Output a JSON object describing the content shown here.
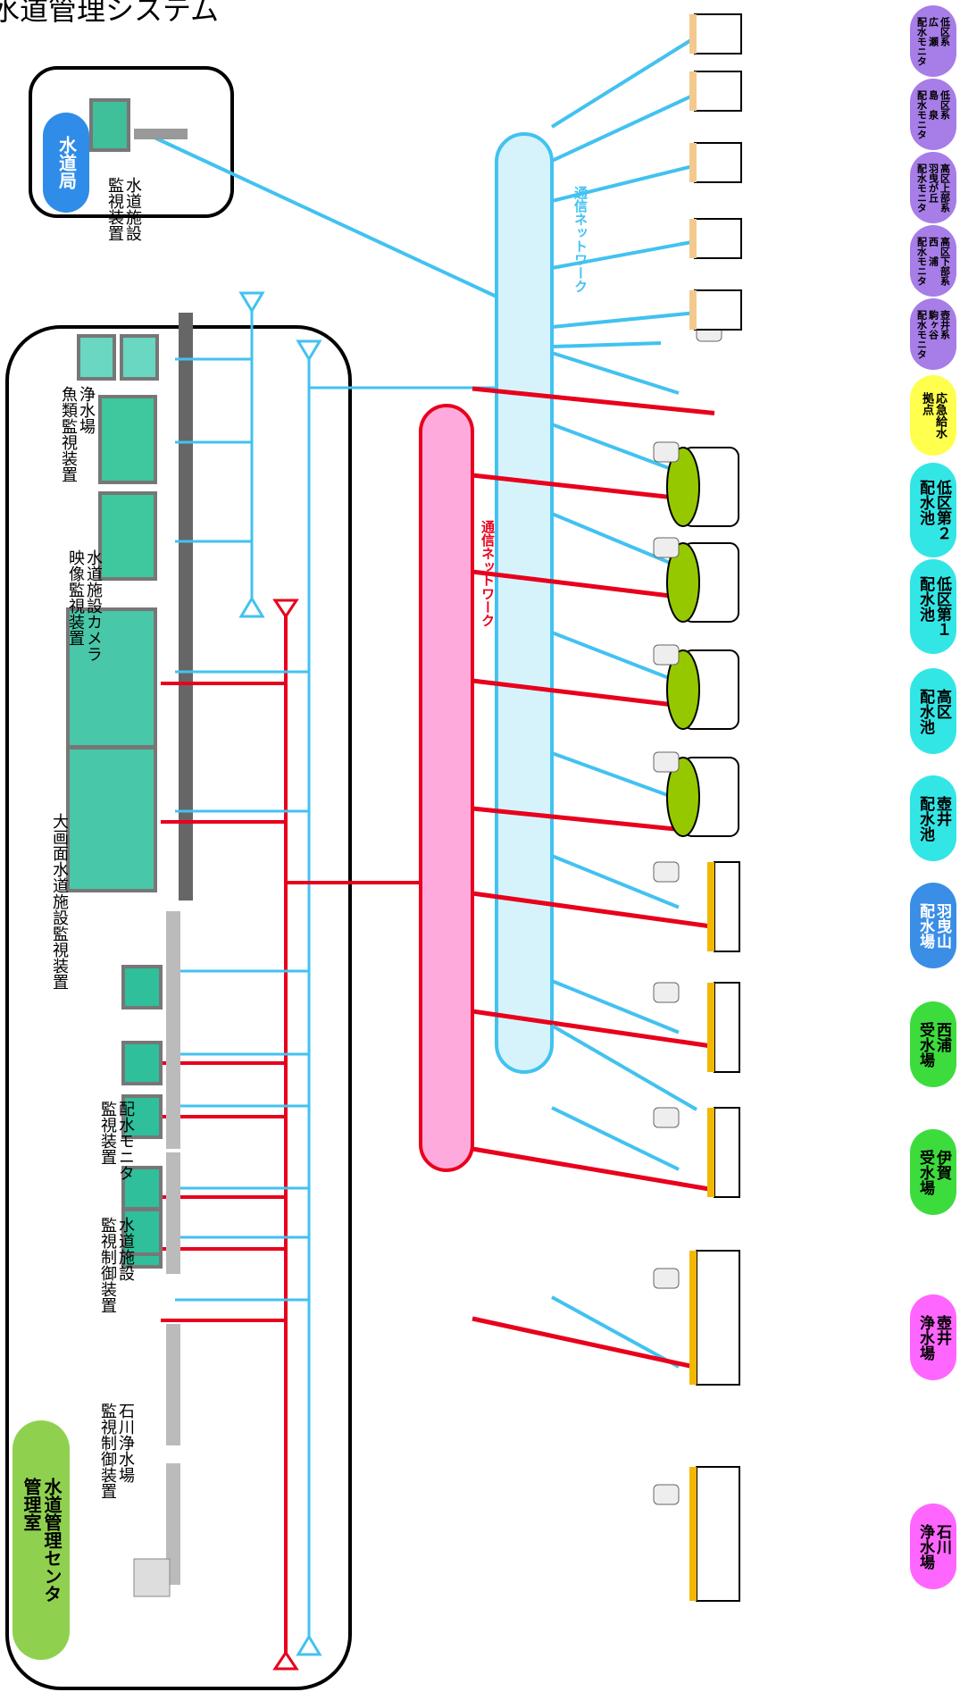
{
  "title": "水道管理システム",
  "center": {
    "title": "水道管理センタ\n管理室",
    "color": "#8fd14f",
    "equipment": [
      {
        "label": "石川浄水場\n監視制御装置"
      },
      {
        "label": "水道施設\n監視制御装置"
      },
      {
        "label": "配水モニタ\n監視装置"
      },
      {
        "label": "大画面水道施設監視装置"
      },
      {
        "label": "水道施設カメラ\n映像監視装置"
      },
      {
        "label": "浄水場\n魚類監視装置"
      }
    ]
  },
  "bureau": {
    "title": "水道局",
    "color": "#2f8ce8",
    "device_label": "水道施設\n監視装置"
  },
  "networks": {
    "blue": {
      "label": "通信ネットワーク",
      "color": "#42c2f0"
    },
    "red": {
      "label": "通信ネットワーク",
      "color": "#e8001c"
    }
  },
  "facilities": [
    {
      "label": "石川\n浄水場",
      "color": "#ff66ff"
    },
    {
      "label": "壺井\n浄水場",
      "color": "#ff66ff"
    },
    {
      "label": "伊賀\n受水場",
      "color": "#3ddc3d"
    },
    {
      "label": "西浦\n受水場",
      "color": "#3ddc3d"
    },
    {
      "label": "羽曳山\n配水場",
      "color": "#3a8ee6"
    },
    {
      "label": "壺井\n配水池",
      "color": "#33e6e6"
    },
    {
      "label": "高区\n配水池",
      "color": "#33e6e6"
    },
    {
      "label": "低区第１\n配水池",
      "color": "#33e6e6"
    },
    {
      "label": "低区第２\n配水池",
      "color": "#33e6e6"
    },
    {
      "label": "応急給水\n拠点",
      "color": "#ffff4d"
    }
  ],
  "monitors": [
    {
      "label": "壺井系\n駒ヶ谷\n配水モニタ",
      "color": "#a77de8"
    },
    {
      "label": "高区下部系\n西　浦\n配水モニタ",
      "color": "#a77de8"
    },
    {
      "label": "高区上部系\n羽曳が丘\n配水モニタ",
      "color": "#a77de8"
    },
    {
      "label": "低区系\n島　泉\n配水モニタ",
      "color": "#a77de8"
    },
    {
      "label": "低区系\n広　瀬\n配水モニタ",
      "color": "#a77de8"
    }
  ]
}
